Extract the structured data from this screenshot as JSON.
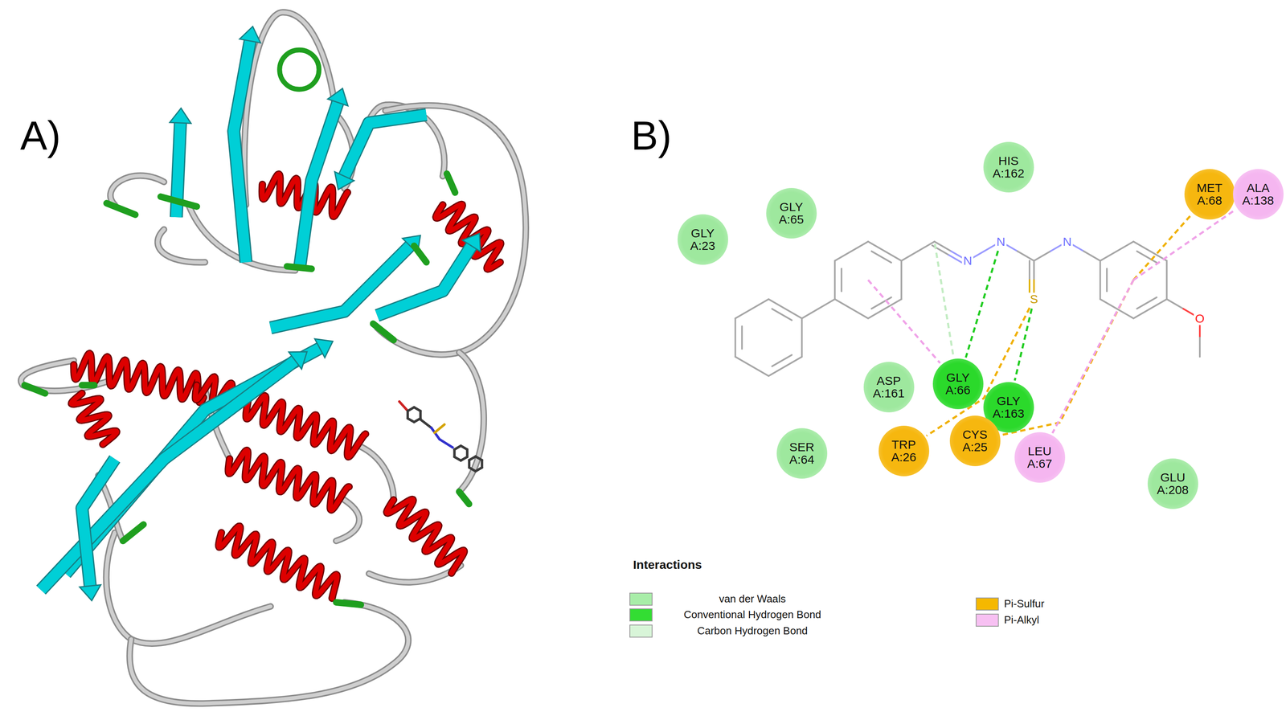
{
  "diagram": {
    "nodes": [
      {
        "text": [
          "HIS A:162"
        ]
      },
      {
        "text": [
          "MET A:68"
        ]
      },
      {
        "text": [
          "ALA A:138"
        ]
      },
      {
        "text": [
          "GLY A:65"
        ]
      },
      {
        "text": [
          "GLY A:23"
        ]
      },
      {
        "text": [
          "GLY A:66"
        ]
      },
      {
        "text": [
          "ASP A:161"
        ]
      },
      {
        "text": [
          "GLY A:163"
        ]
      },
      {
        "text": [
          "CYS A:25"
        ]
      },
      {
        "text": [
          "TRP A:26"
        ]
      },
      {
        "text": [
          "SER A:64"
        ]
      },
      {
        "text": [
          "LEU A:67"
        ]
      },
      {
        "text": [
          "GLU A:208"
        ]
      }
    ],
    "labels": [
      "A)",
      "B)",
      "N",
      "N",
      "N",
      "S",
      "O",
      "Interactions"
    ],
    "legend": [
      {
        "text": "van der Waals",
        "color": "#a8eda8"
      },
      {
        "text": "Conventional Hydrogen Bond",
        "color": "#33dd33"
      },
      {
        "text": "Carbon Hydrogen Bond",
        "color": "#d8f5d8"
      },
      {
        "text": "Pi-Sulfur",
        "color": "#f5b800"
      },
      {
        "text": "Pi-Alkyl",
        "color": "#f7c0f2"
      }
    ]
  }
}
